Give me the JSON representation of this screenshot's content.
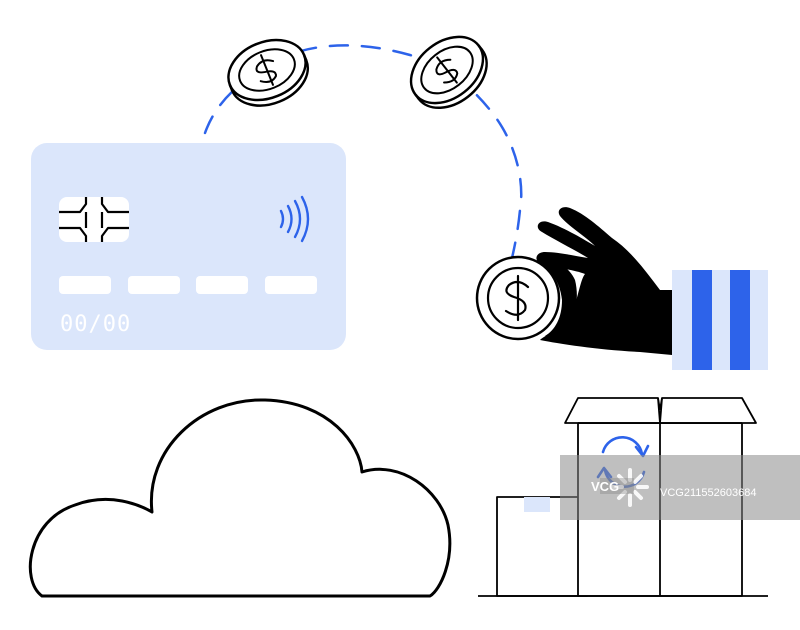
{
  "card": {
    "expiry_placeholder": "00/00"
  },
  "watermark": {
    "logo_text": "VCG",
    "id_text": "VCG211552603684"
  },
  "colors": {
    "card_fill": "#dbe6fb",
    "accent_blue": "#2d63ea",
    "sleeve_light": "#dbe6fb",
    "ink": "#000000",
    "watermark_bg": "#8a8a8a"
  },
  "icons": [
    "dollar-coin-icon",
    "contactless-icon",
    "chip-icon",
    "refresh-icon",
    "cloud-icon",
    "box-icon",
    "hand-icon"
  ]
}
